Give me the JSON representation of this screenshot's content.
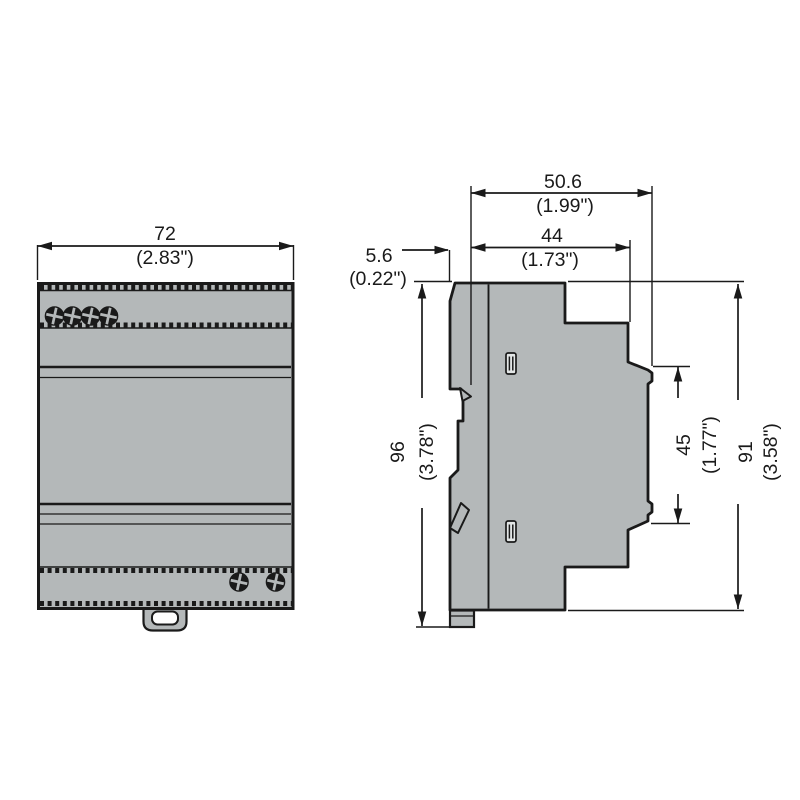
{
  "drawing": {
    "type": "technical-dimension-drawing",
    "subject": "DIN-rail mounted module, front and side views with dimensions (mm and inches)",
    "colors": {
      "body_fill": "#b4b8b9",
      "line": "#1a1a1a",
      "background": "#ffffff",
      "slot_fill": "#fdfdfd",
      "vent_fill": "#e3e6e6"
    },
    "dims": {
      "front_width": {
        "mm": "72",
        "inch": "(2.83\")"
      },
      "depth_total": {
        "mm": "50.6",
        "inch": "(1.99\")"
      },
      "depth_body": {
        "mm": "44",
        "inch": "(1.73\")"
      },
      "rail_offset": {
        "mm": "5.6",
        "inch": "(0.22\")"
      },
      "height_total": {
        "mm": "96",
        "inch": "(3.78\")"
      },
      "face_height": {
        "mm": "45",
        "inch": "(1.77\")"
      },
      "body_height": {
        "mm": "91",
        "inch": "(3.58\")"
      }
    }
  }
}
